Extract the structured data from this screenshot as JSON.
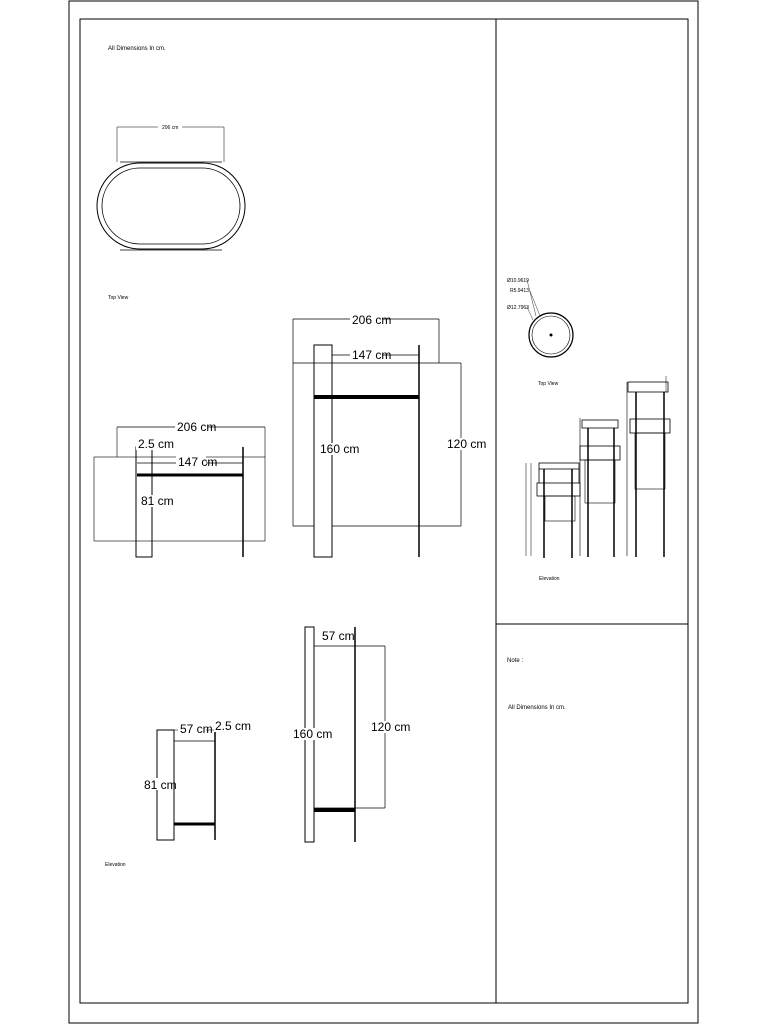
{
  "notes": {
    "header": "All Dimensions In cm.",
    "note_label": "Note :",
    "note_text": "All Dimensions In cm."
  },
  "views": {
    "top_view": "Top View",
    "elevation": "Elevation",
    "chair_top_view": "Top View",
    "chair_elevation": "Elevation"
  },
  "dims": {
    "top_width": "206 cm",
    "front_width": "206 cm",
    "front_inner": "147 cm",
    "front_thick": "2.5 cm",
    "front_height": "81 cm",
    "tall_width": "206 cm",
    "tall_inner": "147 cm",
    "tall_height": "160 cm",
    "tall_mid": "120 cm",
    "side_depth": "57 cm",
    "side_thick": "2.5 cm",
    "side_height": "81 cm",
    "tall_side_depth": "57 cm",
    "tall_side_height": "160 cm",
    "tall_side_mid": "120 cm"
  },
  "chair_top": {
    "d1": "Ø10.9619",
    "r1": "R5.9413",
    "d2": "Ø12.7963"
  },
  "colors": {
    "line": "#000000",
    "paper": "#ffffff"
  }
}
